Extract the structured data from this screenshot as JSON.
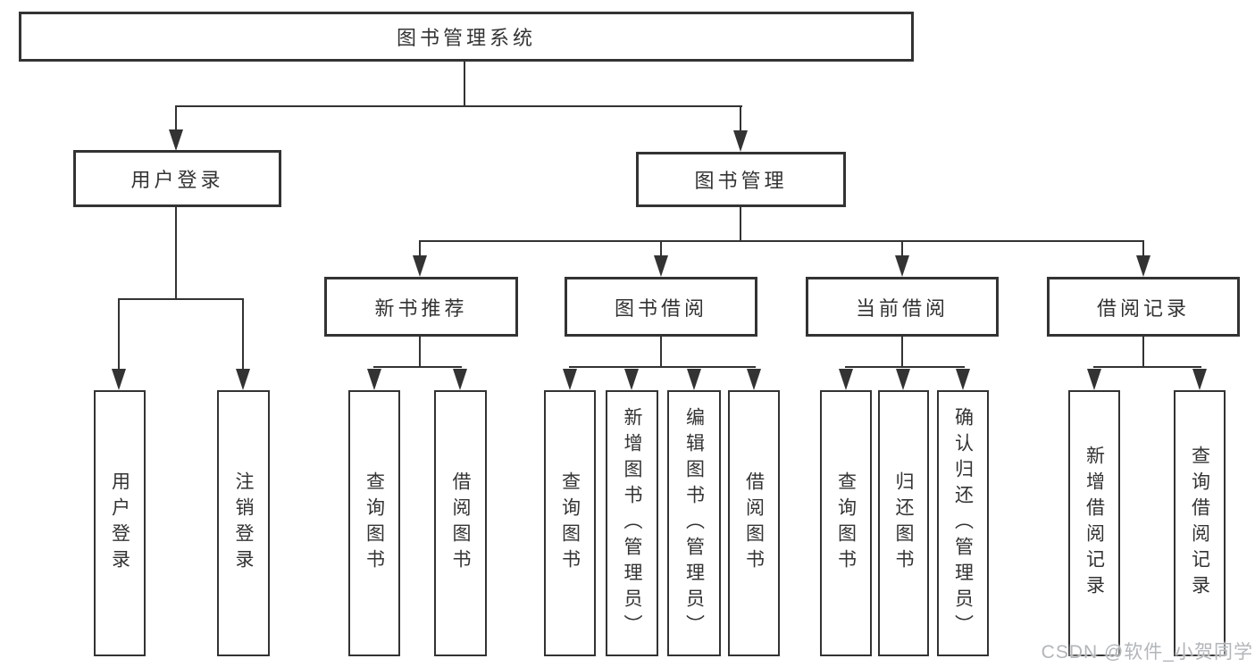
{
  "colors": {
    "line": "#333333",
    "text": "#333333",
    "watermark": "#b2b6ba",
    "background": "#ffffff"
  },
  "tree": {
    "root": {
      "label": "图书管理系统"
    },
    "level2": [
      {
        "label": "用户登录"
      },
      {
        "label": "图书管理"
      }
    ],
    "level3": [
      {
        "label": "新书推荐"
      },
      {
        "label": "图书借阅"
      },
      {
        "label": "当前借阅"
      },
      {
        "label": "借阅记录"
      }
    ],
    "leaves": {
      "user_login": [
        {
          "label": "用户登录"
        },
        {
          "label": "注销登录"
        }
      ],
      "new_book_recommend": [
        {
          "label": "查询图书"
        },
        {
          "label": "借阅图书"
        }
      ],
      "book_borrow": [
        {
          "label": "查询图书"
        },
        {
          "label": "新增图书（管理员）"
        },
        {
          "label": "编辑图书（管理员）"
        },
        {
          "label": "借阅图书"
        }
      ],
      "current_borrow": [
        {
          "label": "查询图书"
        },
        {
          "label": "归还图书"
        },
        {
          "label": "确认归还（管理员）"
        }
      ],
      "borrow_records": [
        {
          "label": "新增借阅记录"
        },
        {
          "label": "查询借阅记录"
        }
      ]
    }
  },
  "watermark": {
    "text": "CSDN @软件_小贺同学"
  }
}
